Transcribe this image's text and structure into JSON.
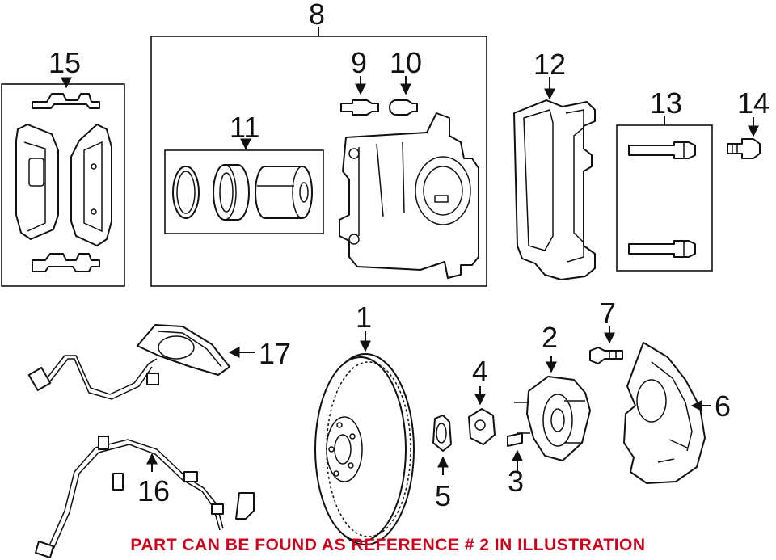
{
  "callouts": {
    "c1": "1",
    "c2": "2",
    "c3": "3",
    "c4": "4",
    "c5": "5",
    "c6": "6",
    "c7": "7",
    "c8": "8",
    "c9": "9",
    "c10": "10",
    "c11": "11",
    "c12": "12",
    "c13": "13",
    "c14": "14",
    "c15": "15",
    "c16": "16",
    "c17": "17"
  },
  "footnote": "PART CAN BE FOUND AS REFERENCE # 2 IN ILLUSTRATION",
  "colors": {
    "line": "#111111",
    "footnote": "#d0021b",
    "background": "#ffffff"
  }
}
